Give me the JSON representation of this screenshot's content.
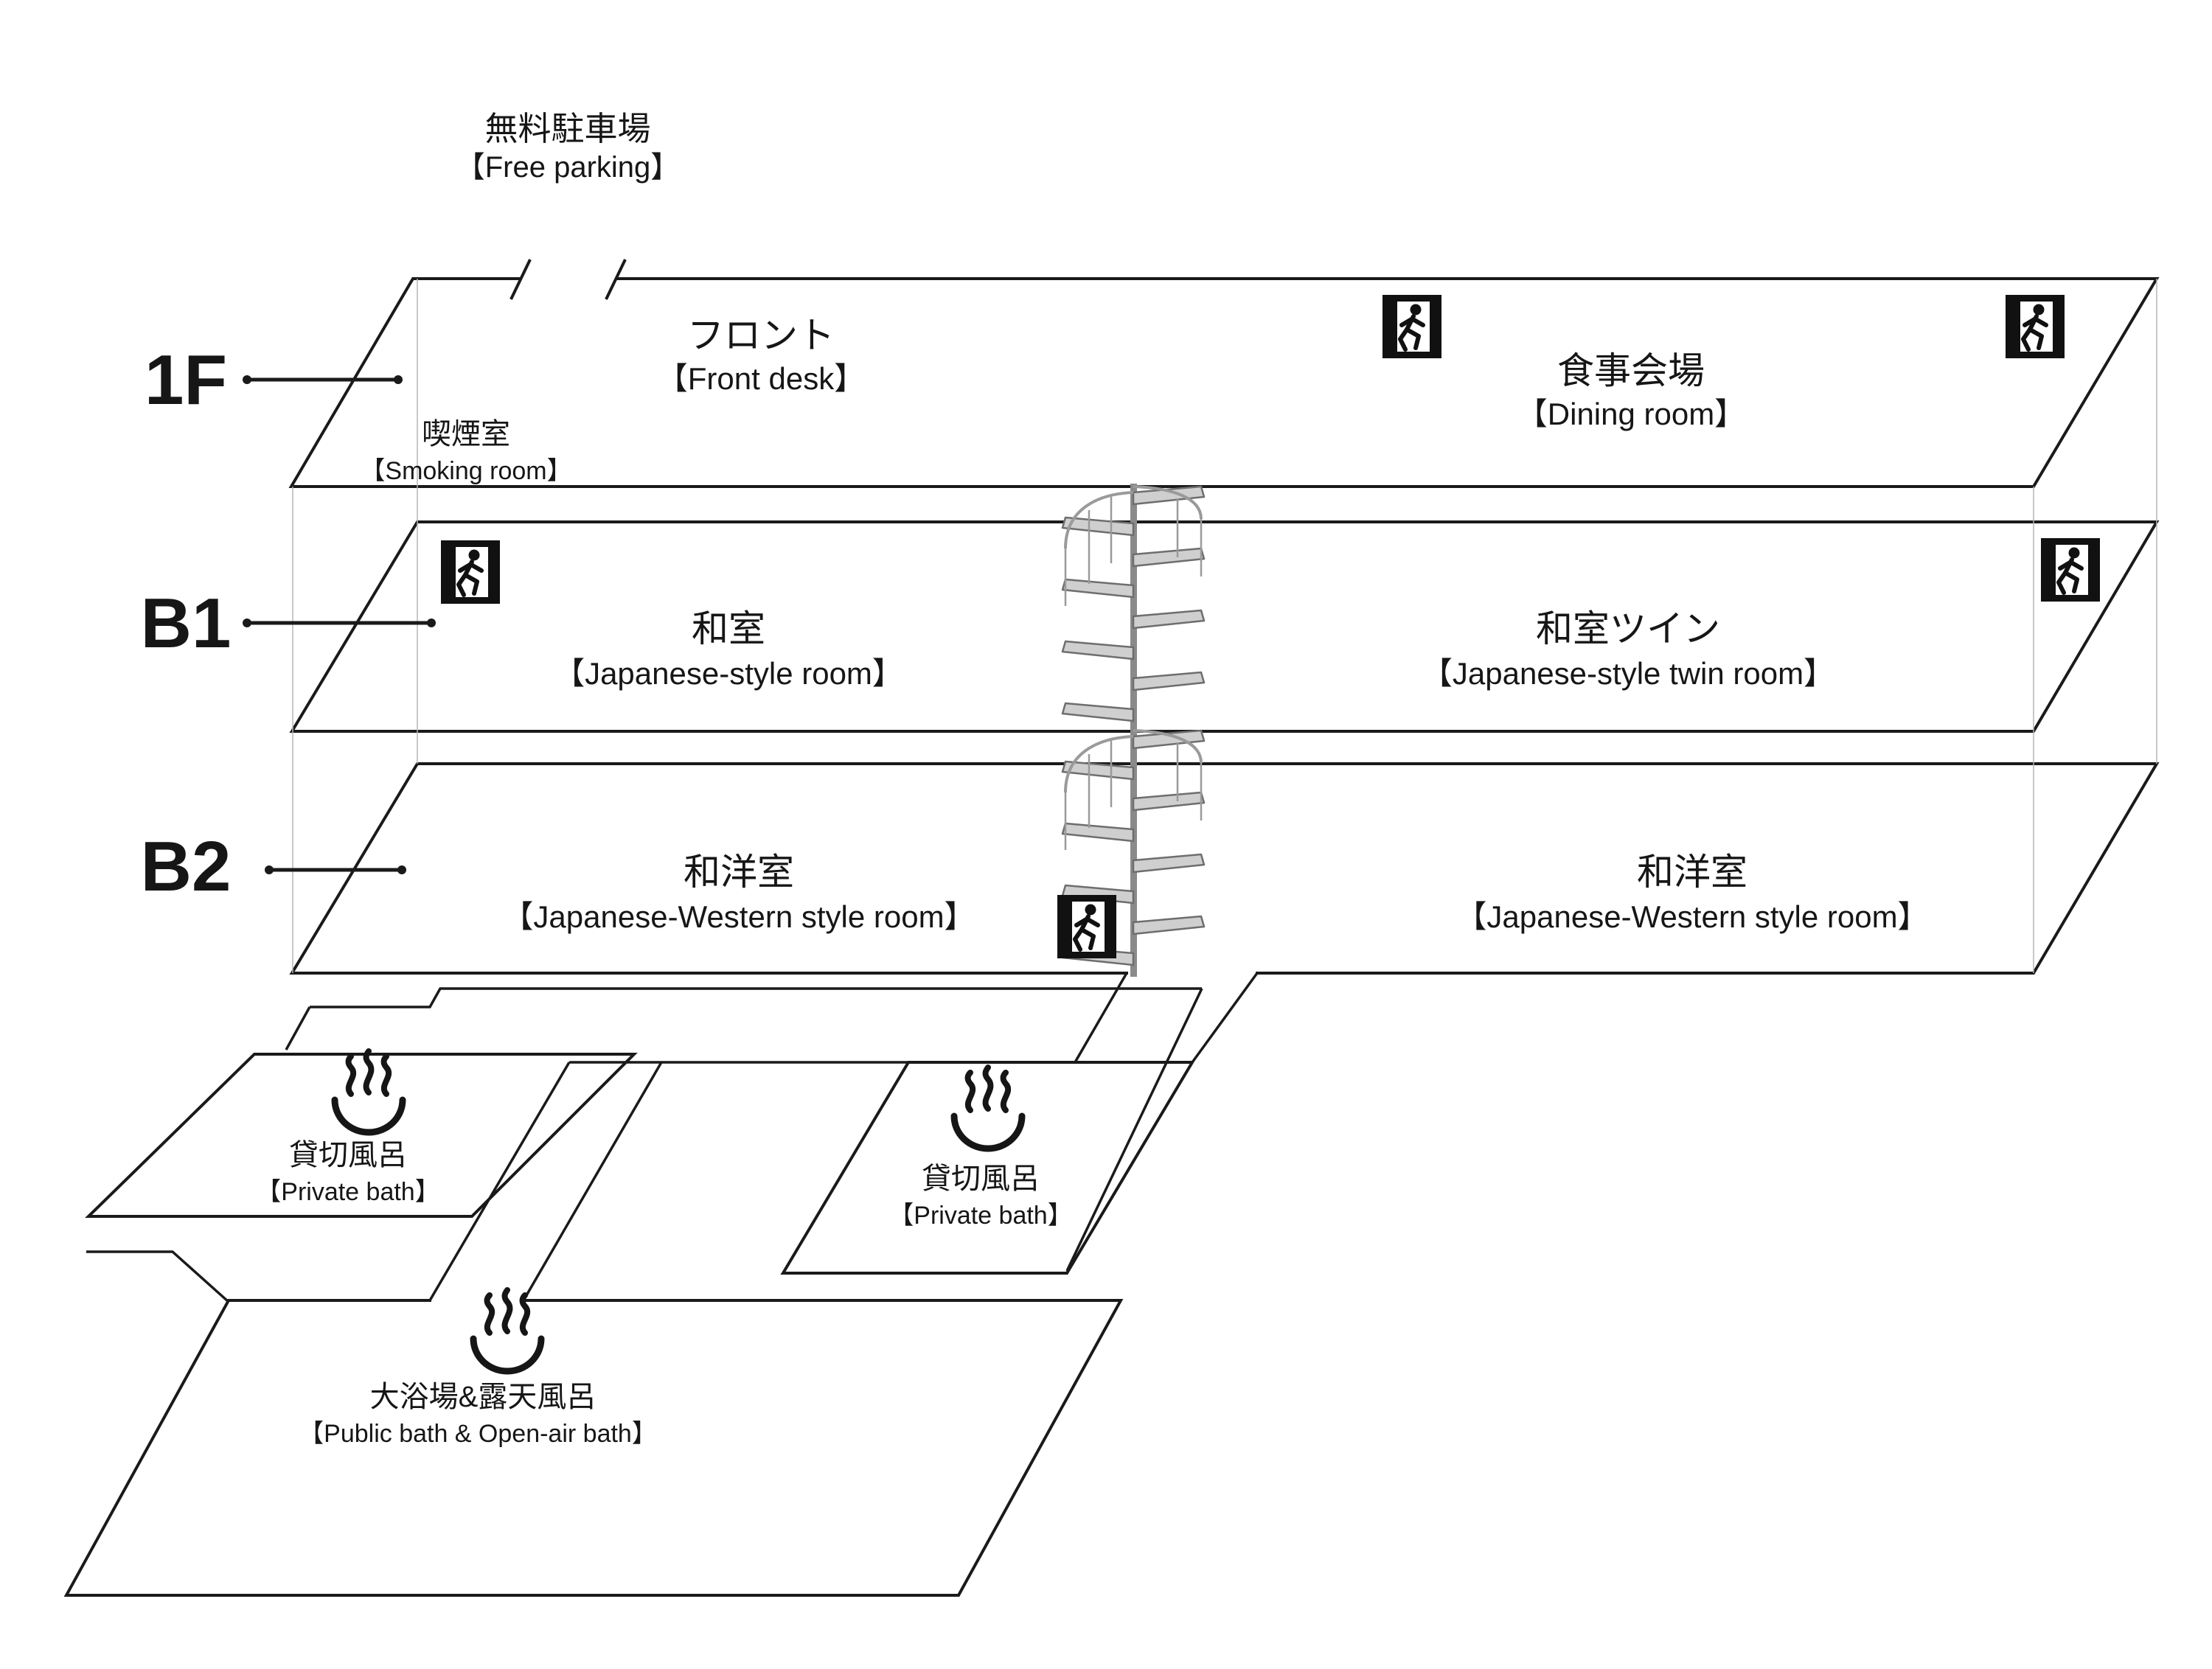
{
  "parking": {
    "jp": "無料駐車場",
    "en": "【Free parking】"
  },
  "floors": [
    {
      "label": "1F",
      "rooms": [
        {
          "jp": "フロント",
          "en": "【Front desk】"
        },
        {
          "jp": "喫煙室",
          "en": "【Smoking room】"
        },
        {
          "jp": "食事会場",
          "en": "【Dining room】"
        }
      ]
    },
    {
      "label": "B1",
      "rooms": [
        {
          "jp": "和室",
          "en": "【Japanese-style room】"
        },
        {
          "jp": "和室ツイン",
          "en": "【Japanese-style twin room】"
        }
      ]
    },
    {
      "label": "B2",
      "rooms": [
        {
          "jp": "和洋室",
          "en": "【Japanese-Western style room】"
        },
        {
          "jp": "和洋室",
          "en": "【Japanese-Western style room】"
        }
      ]
    }
  ],
  "baths": [
    {
      "jp": "貸切風呂",
      "en": "【Private bath】"
    },
    {
      "jp": "貸切風呂",
      "en": "【Private bath】"
    },
    {
      "jp": "大浴場&露天風呂",
      "en": "【Public bath & Open-air bath】"
    }
  ],
  "icons": {
    "exit": "emergency-exit-icon",
    "onsen": "hot-spring-icon",
    "stairs": "spiral-staircase"
  },
  "colors": {
    "line": "#1a1a1a",
    "background": "#ffffff",
    "stair_gray": "#cfcfcf"
  }
}
